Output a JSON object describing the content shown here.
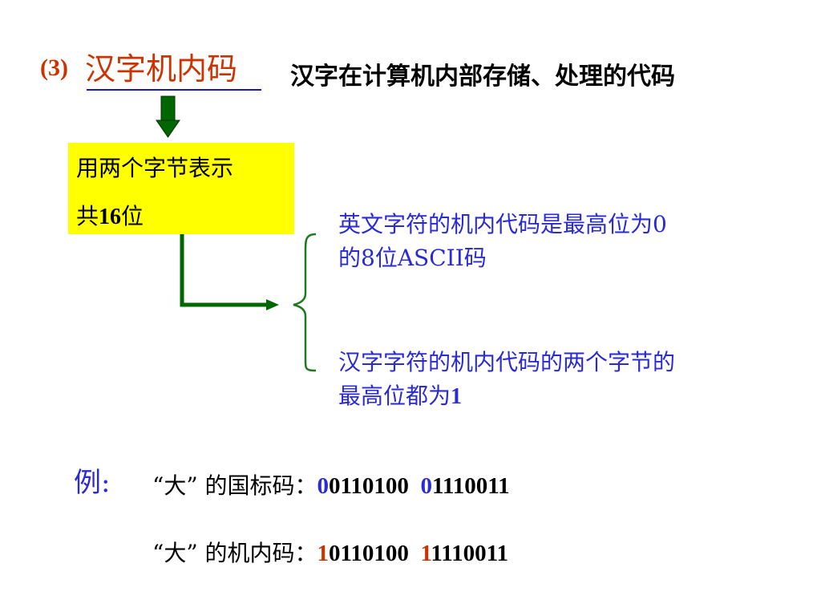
{
  "title": {
    "number": "(3)",
    "main": "汉字机内码",
    "description": "汉字在计算机内部存储、处理的代码"
  },
  "box": {
    "line1": "用两个字节表示",
    "line2_prefix": "共",
    "line2_num": "16",
    "line2_suffix": "位"
  },
  "info": {
    "item1_line1": "英文字符的机内代码是最高位为0",
    "item1_line2": "的8位ASCII码",
    "item2_line1": "汉字字符的机内代码的两个字节的",
    "item2_line2_text": "最高位都为",
    "item2_line2_num": "1"
  },
  "example": {
    "label": "例:",
    "row1_label": "“大” 的国标码：",
    "row1_b1_first": "0",
    "row1_b1_rest": "0110100",
    "row1_b2_first": "0",
    "row1_b2_rest": "1110011",
    "row2_label": "“大” 的机内码：",
    "row2_b1_first": "1",
    "row2_b1_rest": "0110100",
    "row2_b2_first": "1",
    "row2_b2_rest": "1110011"
  },
  "colors": {
    "title_red": "#cc3300",
    "accent_blue": "#2a2ad6",
    "box_yellow": "#ffff00",
    "arrow_green": "#006600",
    "brace_green": "#1e7a1e"
  }
}
